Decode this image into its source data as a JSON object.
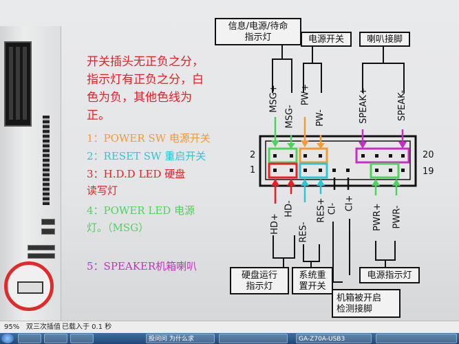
{
  "notes": {
    "line1": "开关插头无正负之分，",
    "line2": "指示灯有正负之分，白",
    "line3": "色为负，其他色线为",
    "line4": "正。",
    "item1": "1：POWER SW 电源开关",
    "item2": "2：RESET SW 重启开关",
    "item3": "3：H.D.D LED 硬盘",
    "item3b": "读写灯",
    "item4": "4：POWER LED 电源",
    "item4b": "灯。（MSG）",
    "item5": "5：SPEAKER机箱喇叭"
  },
  "callouts": {
    "msg": [
      "信息/电源/待命",
      "指示灯"
    ],
    "power_switch": "电源开关",
    "speaker": "喇叭接脚",
    "hdd": [
      "硬盘运行",
      "指示灯"
    ],
    "reset": [
      "系统重",
      "置开关"
    ],
    "chassis": [
      "机箱被开启",
      "检测接脚"
    ],
    "power_led": "电源指示灯"
  },
  "pins_top": [
    "MSG+",
    "MSG-",
    "PW+",
    "PW-",
    "SPEAK+",
    "SPEAK-"
  ],
  "pins_bottom": [
    "HD+",
    "HD-",
    "RES-",
    "RES+",
    "CI-",
    "CI+",
    "PWR+",
    "PWR-"
  ],
  "row_numbers": {
    "top_left": "2",
    "bottom_left": "1",
    "top_right": "20",
    "bottom_right": "19"
  },
  "status_bar": {
    "zoom": "95%",
    "mode": "双三次插值",
    "loaded": "已载入于 0.1 秒"
  },
  "taskbar": {
    "items": [
      "",
      "",
      "",
      "投问问 为什么求",
      "",
      "GA-Z70A-USB3"
    ]
  },
  "colors": {
    "red": "#ee1c24",
    "orange": "#f39a34",
    "cyan": "#2ec5d5",
    "green": "#4fd15e",
    "magenta": "#c52fc4"
  }
}
